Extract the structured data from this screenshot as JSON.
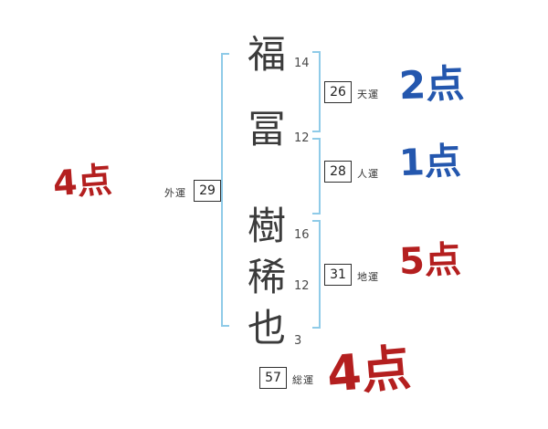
{
  "name": {
    "chars": [
      {
        "char": "福",
        "strokes": "14"
      },
      {
        "char": "冨",
        "strokes": "12"
      },
      {
        "char": "樹",
        "strokes": "16"
      },
      {
        "char": "稀",
        "strokes": "12"
      },
      {
        "char": "也",
        "strokes": "3"
      }
    ]
  },
  "fortunes": {
    "heaven": {
      "label": "天運",
      "value": "26",
      "score": "2点"
    },
    "person": {
      "label": "人運",
      "value": "28",
      "score": "1点"
    },
    "earth": {
      "label": "地運",
      "value": "31",
      "score": "5点"
    },
    "outer": {
      "label": "外運",
      "value": "29",
      "score": "4点"
    },
    "total": {
      "label": "総運",
      "value": "57",
      "score": "4点"
    }
  },
  "colors": {
    "bracket_blue": "#8fcbe8",
    "score_blue": "#2457ae",
    "score_red": "#b41f1f"
  }
}
